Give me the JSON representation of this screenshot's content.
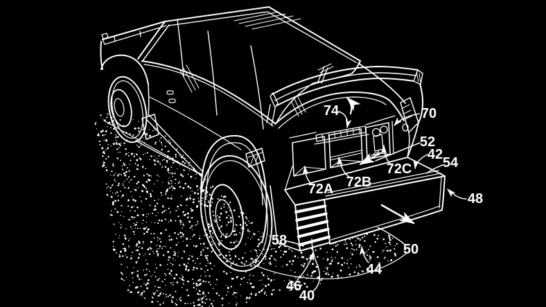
{
  "figure": {
    "kind": "patent line drawing",
    "subject": "Vehicle rear 3/4 view: raised rear liftgate wing, rear storage compartments, light strip, fold-out step and extended rear cargo tray bumper",
    "background_color": "#000000",
    "line_color": "#ffffff",
    "reference_labels": [
      {
        "id": "74",
        "text": "74",
        "points_to": "light-strip"
      },
      {
        "id": "70",
        "text": "70",
        "points_to": "right-rear-pillar-lamp"
      },
      {
        "id": "52",
        "text": "52",
        "points_to": "tray-top-rear-edge"
      },
      {
        "id": "42",
        "text": "42",
        "points_to": "tray-top-surface"
      },
      {
        "id": "54",
        "text": "54",
        "points_to": "tray-right-corner-top"
      },
      {
        "id": "48",
        "text": "48",
        "points_to": "tray-right-corner-seam"
      },
      {
        "id": "72A",
        "text": "72A",
        "points_to": "left-storage-compartment"
      },
      {
        "id": "72B",
        "text": "72B",
        "points_to": "middle-storage-compartment"
      },
      {
        "id": "72C",
        "text": "72C",
        "points_to": "right-storage-compartment"
      },
      {
        "id": "58",
        "text": "58",
        "points_to": "fold-out-step"
      },
      {
        "id": "50",
        "text": "50",
        "points_to": "cargo-tray-front-face"
      },
      {
        "id": "44",
        "text": "44",
        "points_to": "cargo-tray-bottom-edge"
      },
      {
        "id": "46",
        "text": "46",
        "points_to": "step-lower-edge"
      },
      {
        "id": "40",
        "text": "40",
        "points_to": "rear-cargo-assembly"
      }
    ]
  }
}
